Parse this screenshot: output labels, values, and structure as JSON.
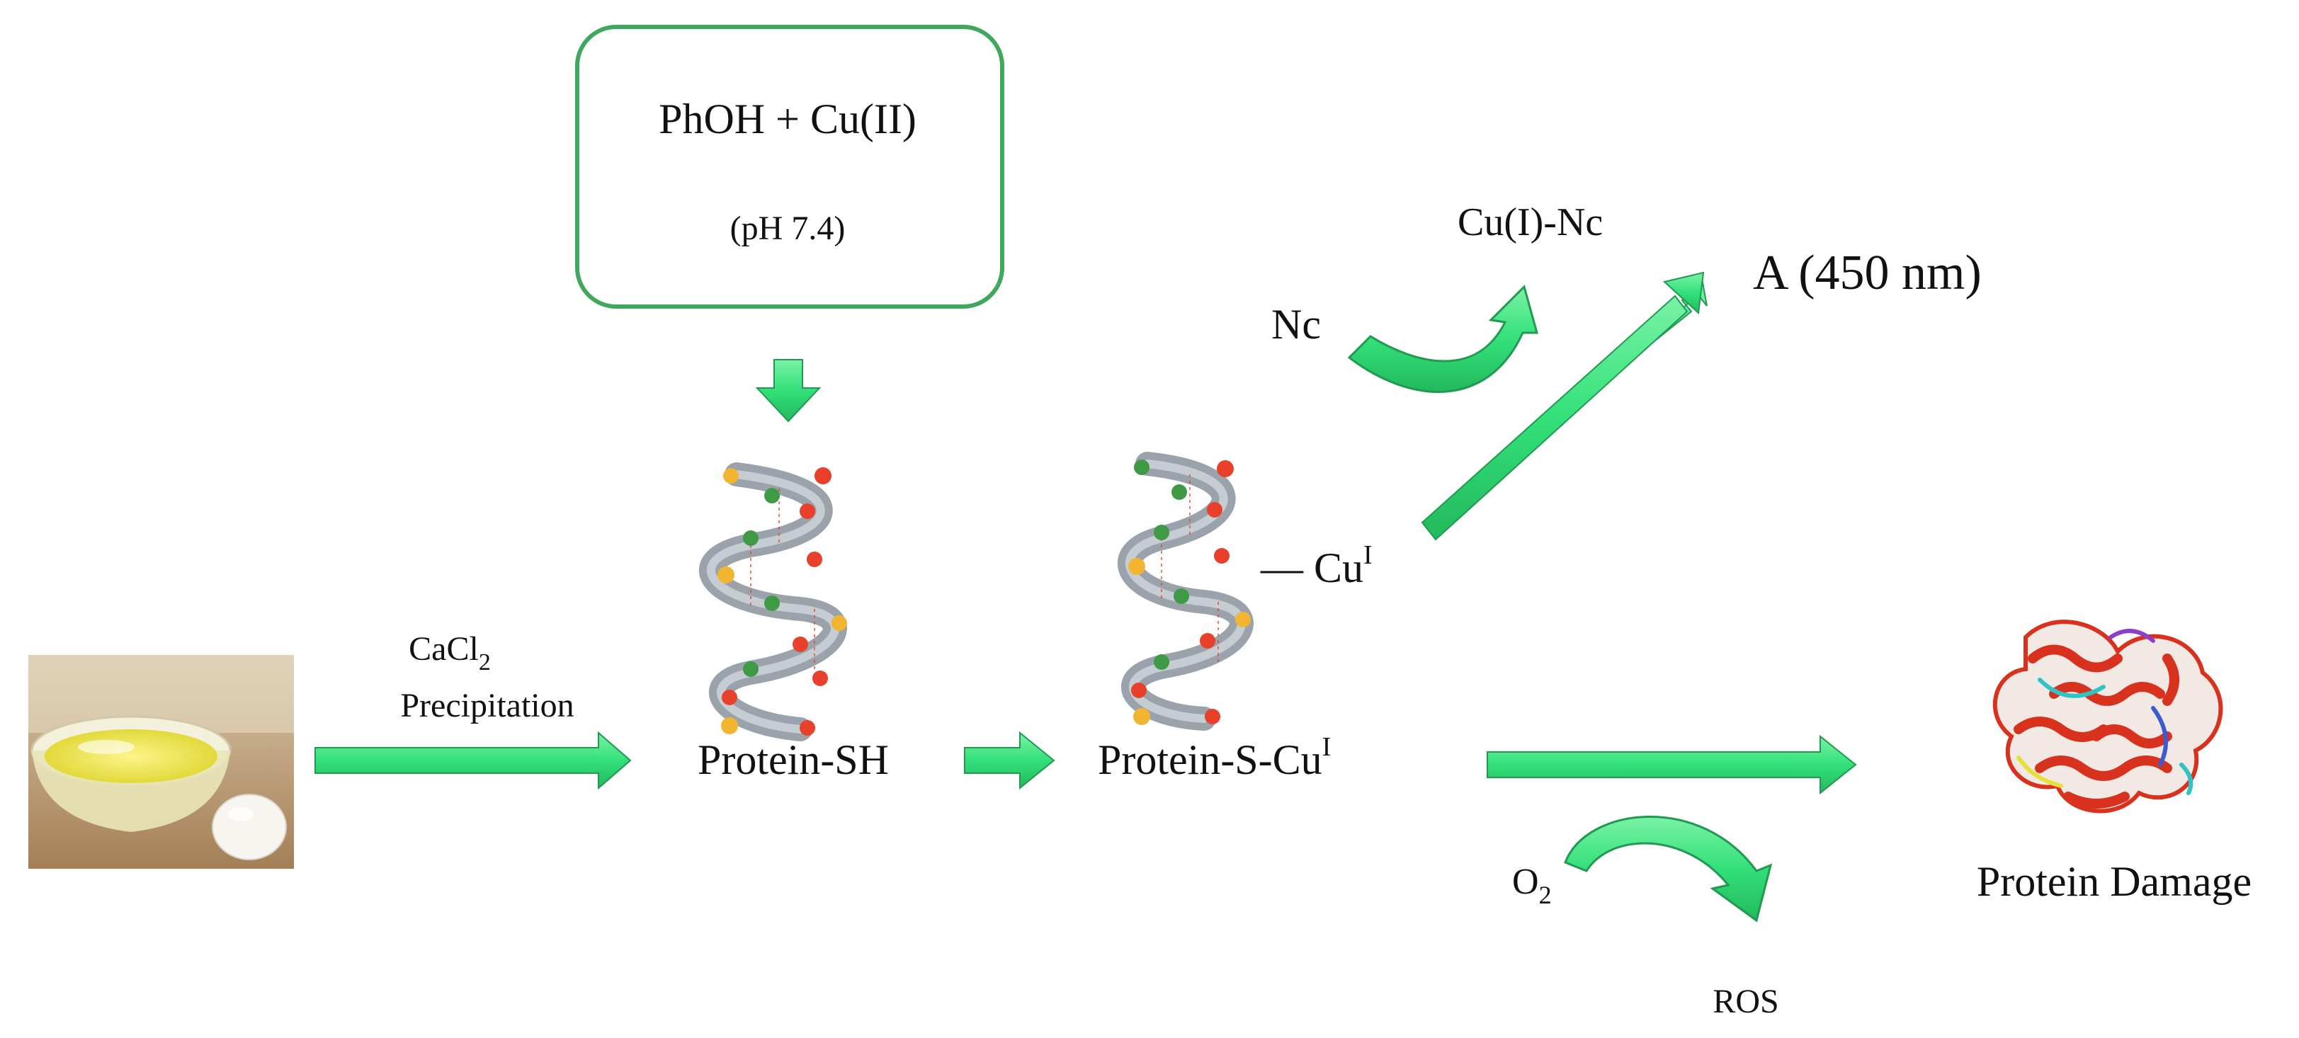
{
  "reagent_box": {
    "line1": "PhOH + Cu(II)",
    "line2": "(pH 7.4)"
  },
  "labels": {
    "precip_line1_base": "CaCl",
    "precip_line1_sub": "2",
    "precip_line2": "Precipitation",
    "protein_sh": "Protein-SH",
    "protein_s_cu_base": "Protein-S-Cu",
    "protein_s_cu_sup": "I",
    "cu_bound_base": "— Cu",
    "cu_bound_sup": "I",
    "nc": "Nc",
    "cu_nc": "Cu(I)-Nc",
    "absorbance": "A (450 nm)",
    "o2_base": "O",
    "o2_sub": "2",
    "ros": "ROS",
    "damage": "Protein Damage"
  },
  "colors": {
    "arrow_fill": "#33e07a",
    "arrow_stroke": "#1f9a50",
    "box_stroke": "#3fa85c",
    "text": "#111111",
    "helix_gray": "#9aa3ab",
    "atom_red": "#e8402a",
    "atom_yellow": "#f2b531",
    "atom_green": "#3f9a45",
    "ribbon_red": "#d8321e"
  },
  "icons": {
    "egg_photo": "egg-white-bowl-icon",
    "helix": "protein-helix-icon",
    "folded_protein": "damaged-protein-ribbon-icon"
  }
}
